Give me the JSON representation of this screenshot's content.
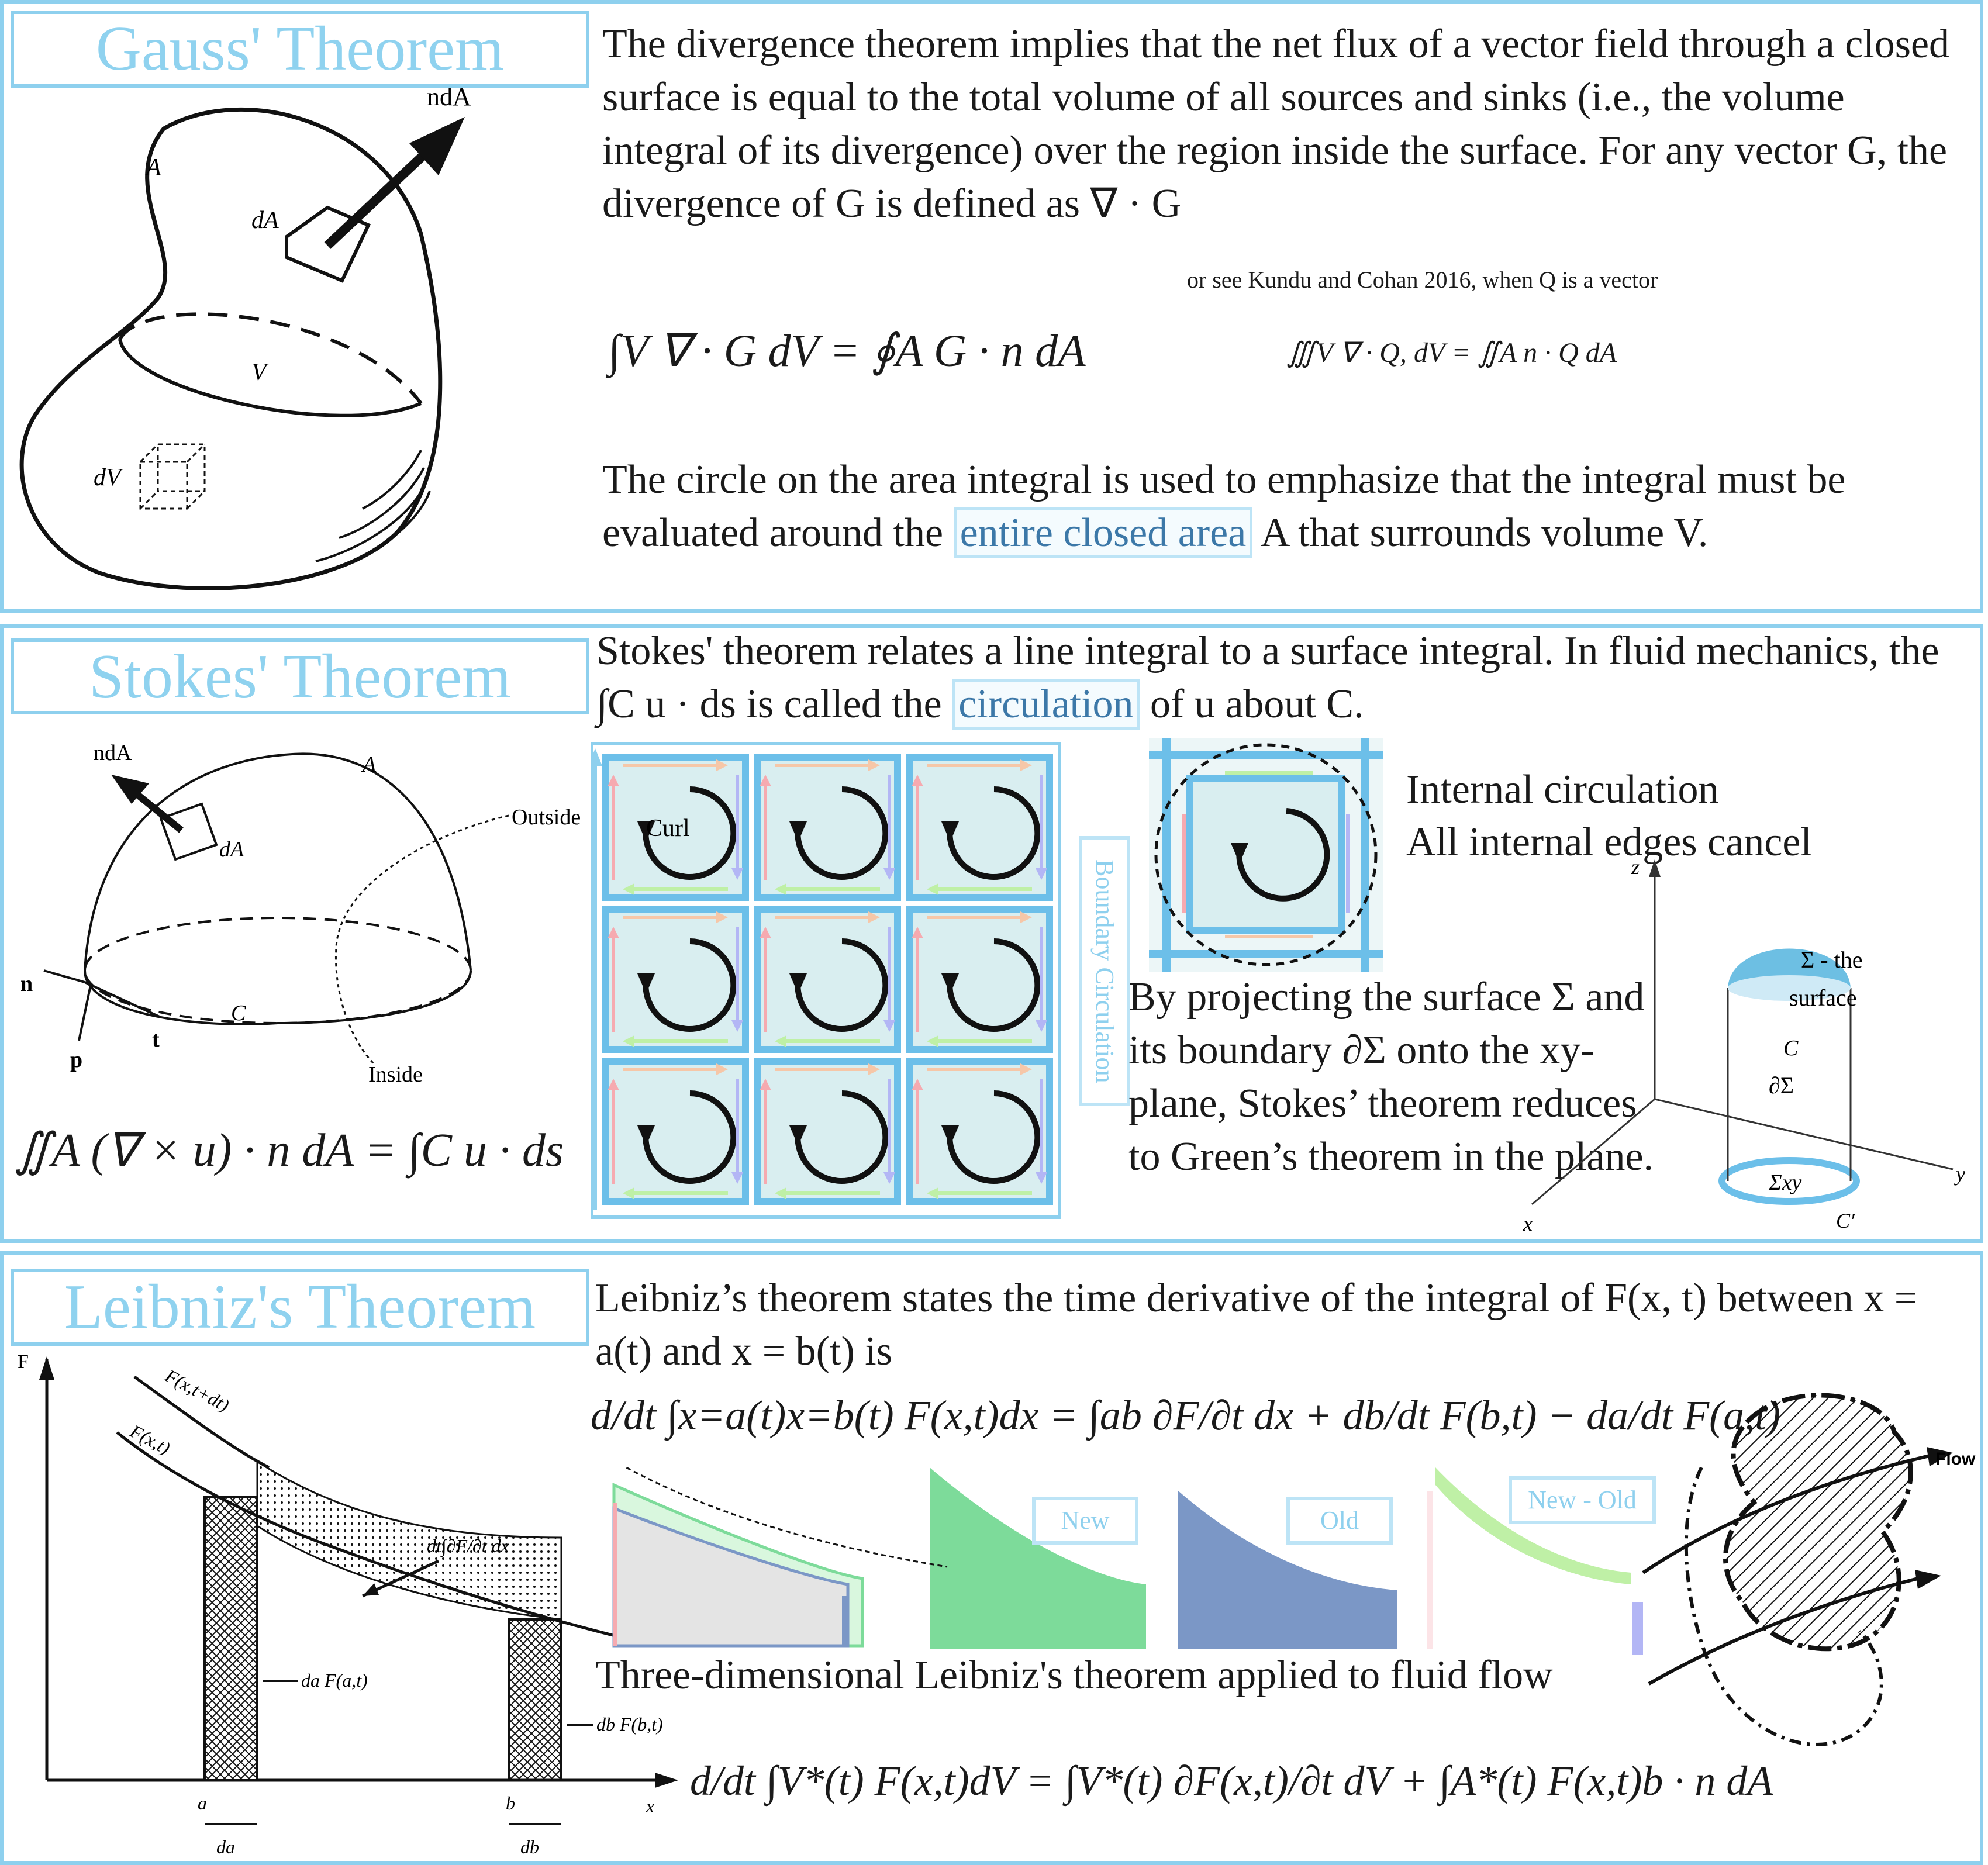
{
  "gauss": {
    "title": "Gauss' Theorem",
    "p1": "The divergence theorem implies that the net flux of a vector field through a closed surface is equal to the total volume of all sources and sinks (i.e., the volume integral of its divergence) over the region inside the surface. For any vector G, the divergence of G is defined as ∇ · G",
    "note": "or see Kundu and Cohan 2016, when Q is a vector",
    "eq_main": "∫V ∇ · G dV = ∮A G · n dA",
    "eq_alt": "∭V ∇ · Q, dV = ∬A n · Q dA",
    "p2_a": "The circle on the area integral is used to emphasize that the integral must be evaluated around the",
    "p2_hl": "entire closed area",
    "p2_b": "A that surrounds volume V.",
    "fig": {
      "ndA": "ndA",
      "A": "A",
      "dA": "dA",
      "V": "V",
      "dV": "dV"
    }
  },
  "stokes": {
    "title": "Stokes' Theorem",
    "p1_a": "Stokes' theorem relates a line integral to a surface integral. In fluid mechanics, the ∫C u · ds is called the",
    "p1_hl": "circulation",
    "p1_b": "of u about C.",
    "curl": "Curl",
    "boundary": "Boundary Circulation",
    "internal1": "Internal circulation",
    "internal2": "All internal edges cancel",
    "proj": "By projecting the surface Σ and its boundary ∂Σ onto the xy-plane, Stokes’ theorem reduces to Green’s theorem in the plane.",
    "eq": "∬A (∇ × u) · n dA = ∫C u · ds",
    "fig": {
      "ndA": "ndA",
      "A": "A",
      "dA": "dA",
      "outside": "Outside",
      "inside": "Inside",
      "n": "n",
      "t": "t",
      "p": "p",
      "C": "C"
    },
    "axes": {
      "z": "z",
      "y": "y",
      "x": "x",
      "sigma1": "Σ - the",
      "sigma2": "surface",
      "C": "C",
      "dSigma": "∂Σ",
      "sxy": "Σxy",
      "Cp": "C′"
    }
  },
  "leibniz": {
    "title": "Leibniz's Theorem",
    "p1": "Leibniz’s theorem states the time derivative of the integral of F(x, t) between x = a(t) and x = b(t) is",
    "eq1": "d/dt ∫x=a(t)x=b(t) F(x,t)dx = ∫ab ∂F/∂t dx + db/dt F(b,t) − da/dt F(a,t)",
    "new": "New",
    "old": "Old",
    "newold": "New - Old",
    "p2": "Three-dimensional Leibniz's theorem applied to fluid flow",
    "eq2": "d/dt ∫V*(t) F(x,t)dV = ∫V*(t) ∂F(x,t)/∂t dV + ∫A*(t) F(x,t)b · n dA",
    "flow": "Flow",
    "fig": {
      "F": "F",
      "Fxtdt": "F(x,t+dt)",
      "Fxt": "F(x,t)",
      "dtint": "dt∫∂F/∂t dx",
      "daFa": "da F(a,t)",
      "dbFb": "db F(b,t)",
      "a": "a",
      "b": "b",
      "x": "x",
      "da": "da",
      "db": "db"
    }
  },
  "colors": {
    "accent": "#8ed0ee",
    "green": "#7ddb9a",
    "blue": "#7b97c6",
    "pink": "#f6aab0",
    "lavender": "#b3b6f5",
    "cell": "#d9eef0"
  }
}
